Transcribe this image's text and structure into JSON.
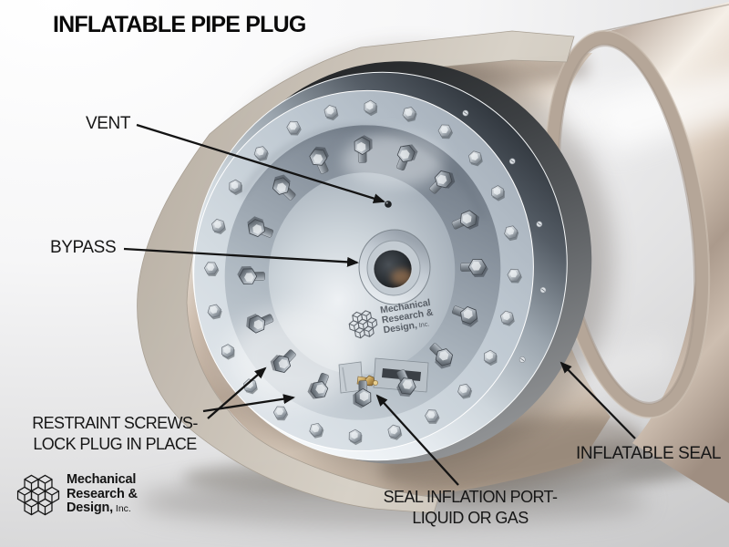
{
  "title": "INFLATABLE PIPE PLUG",
  "callouts": {
    "vent": "VENT",
    "bypass": "BYPASS",
    "restraint_line1": "RESTRAINT SCREWS-",
    "restraint_line2": "LOCK PLUG IN PLACE",
    "inflation_line1": "SEAL INFLATION PORT-",
    "inflation_line2": "LIQUID OR GAS",
    "seal": "INFLATABLE SEAL"
  },
  "brand": {
    "line1": "Mechanical",
    "line2": "Research &",
    "line3": "Design,",
    "suffix": " Inc."
  },
  "colors": {
    "background_top": "#ffffff",
    "background_bottom": "#c9c9ca",
    "pipe_exterior": "#d8c9ba",
    "pipe_cut_edge": "#c6beb3",
    "pipe_interior_highlight": "#f4ede4",
    "plug_face": "#c6cfd7",
    "plug_rim_dark": "#2f353c",
    "inflatable_seal": "#3c3f42",
    "brass_fitting": "#c8a45c",
    "callout_line": "#141414",
    "text": "#0a0a0a"
  }
}
